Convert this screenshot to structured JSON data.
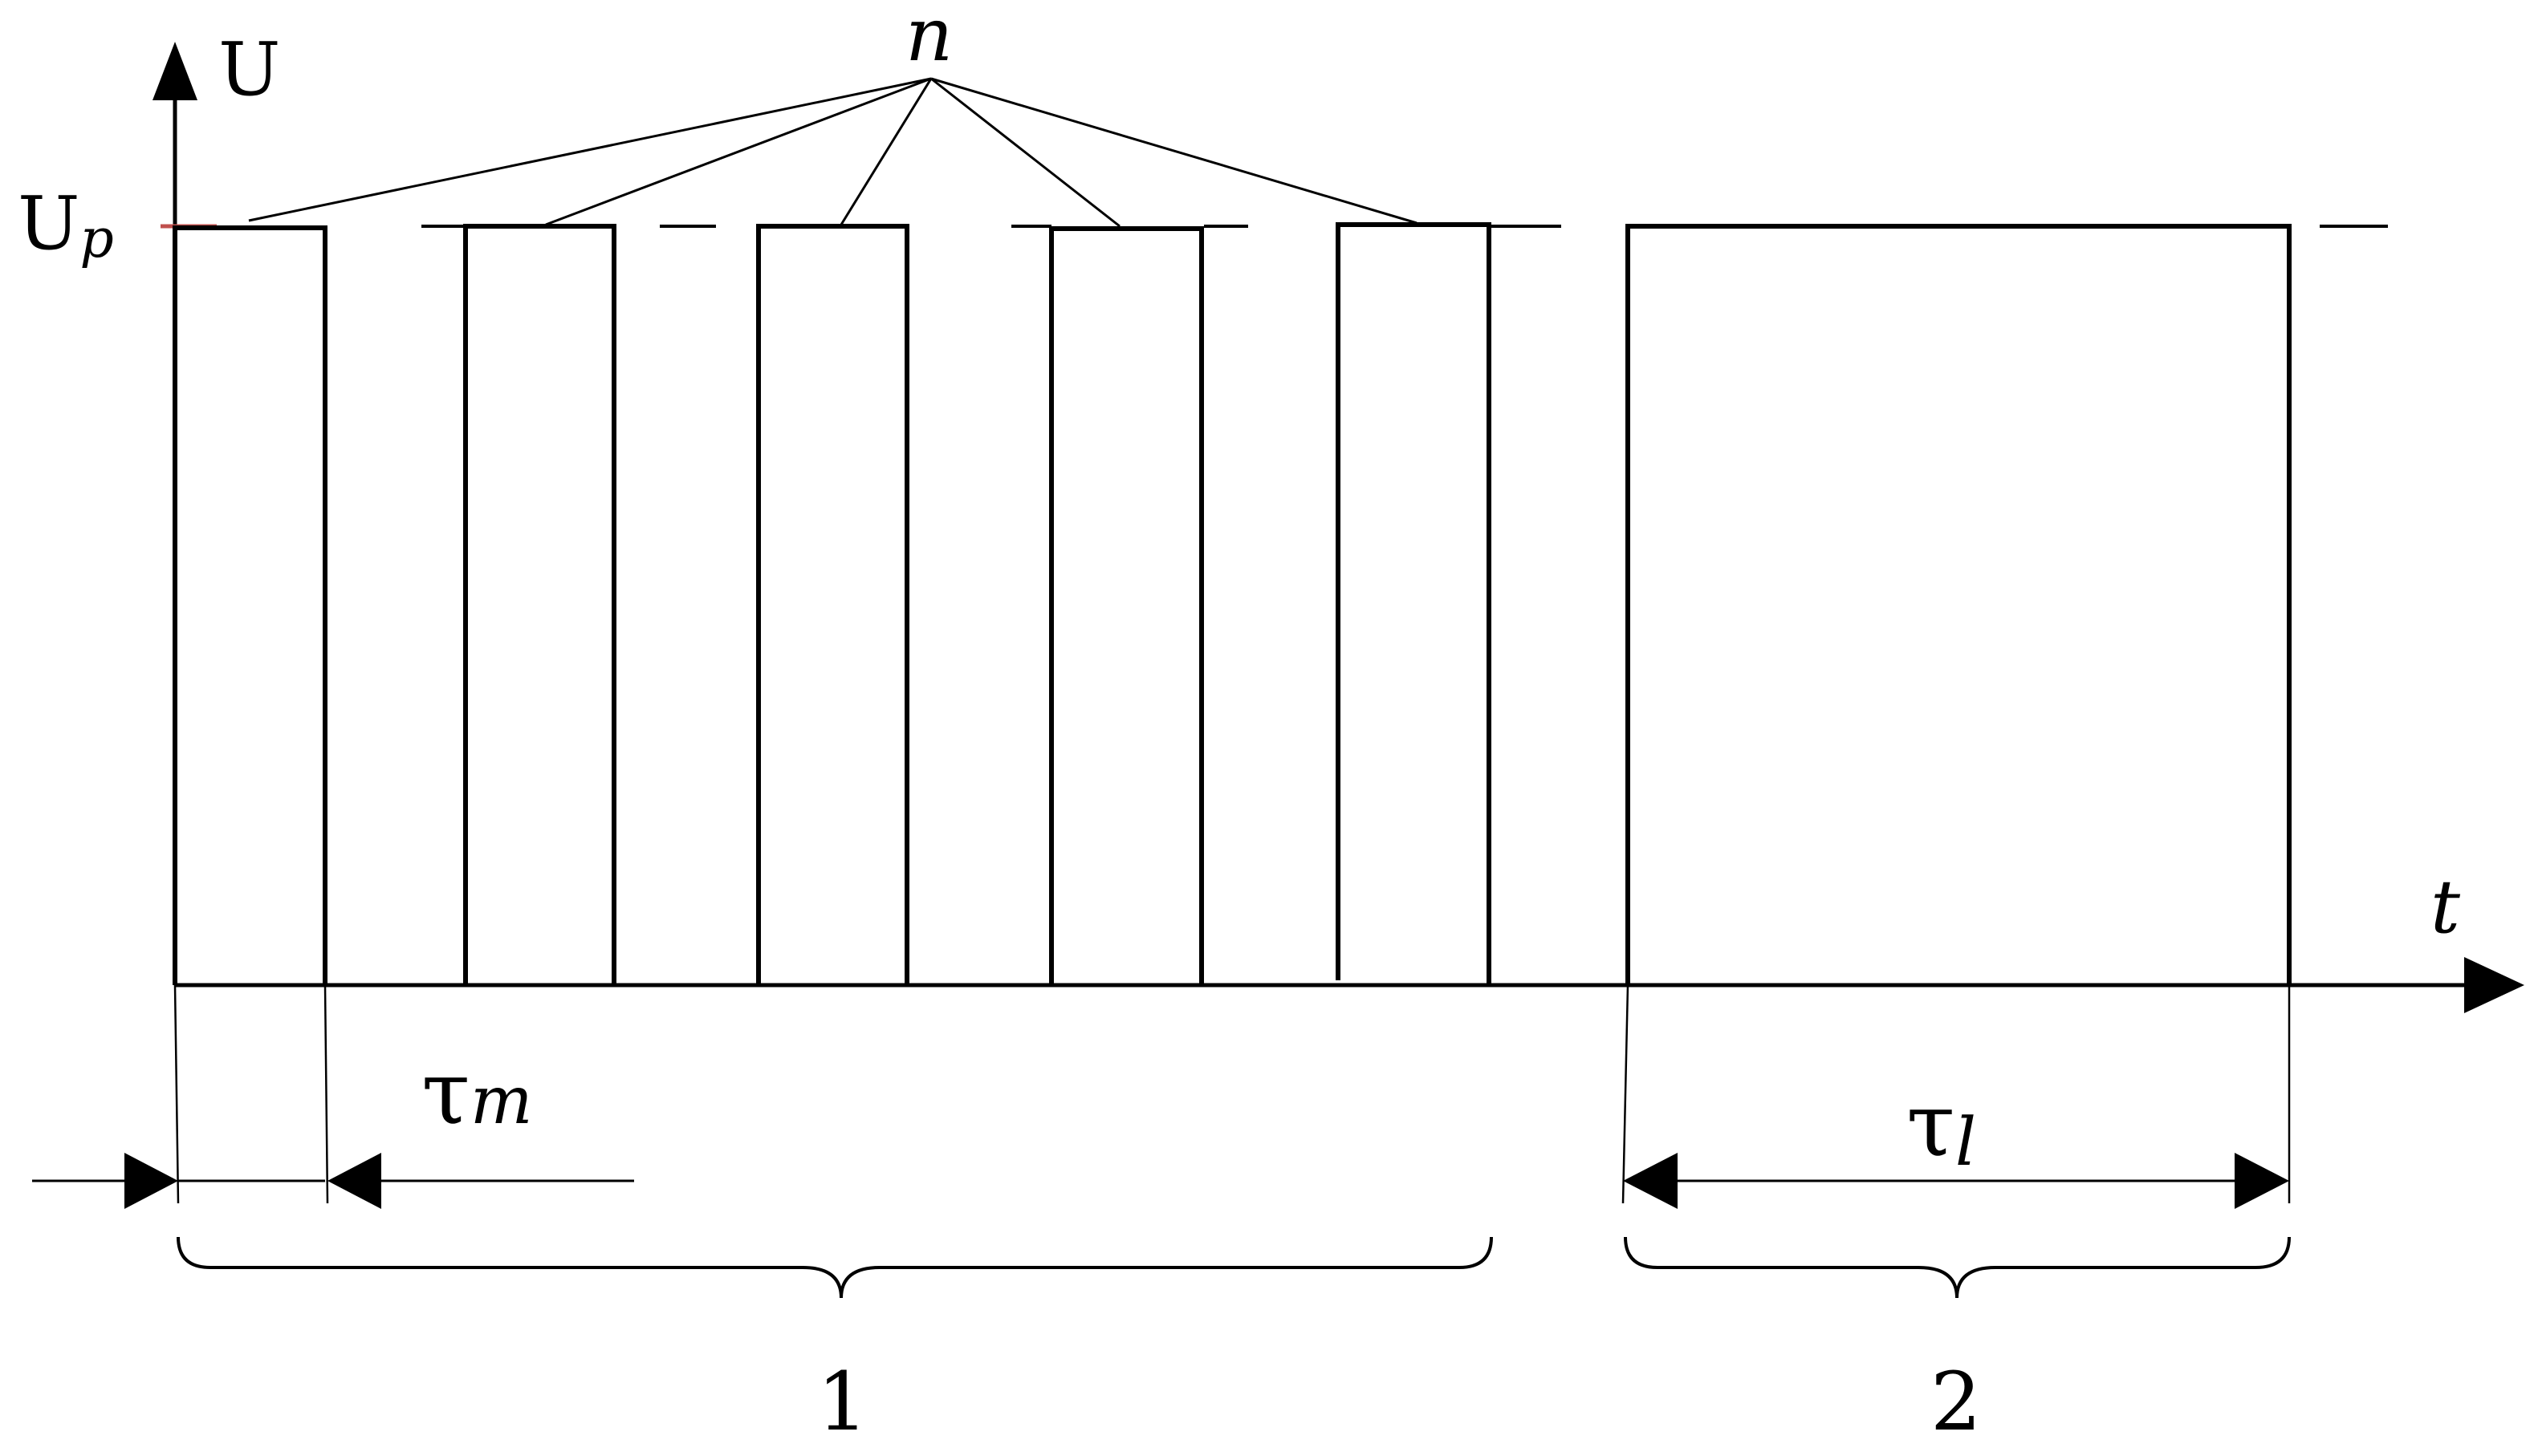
{
  "labels": {
    "y_axis": "U",
    "x_axis": "t",
    "level_main": "U",
    "level_sub": "p",
    "pulses_label": "n",
    "tau_main": "τ",
    "tau_m_sub": "m",
    "tau_l_sub": "l",
    "group_1": "1",
    "group_2": "2"
  },
  "colors": {
    "line": "#000000",
    "level_tick": "#c0504d",
    "background": "#ffffff"
  }
}
